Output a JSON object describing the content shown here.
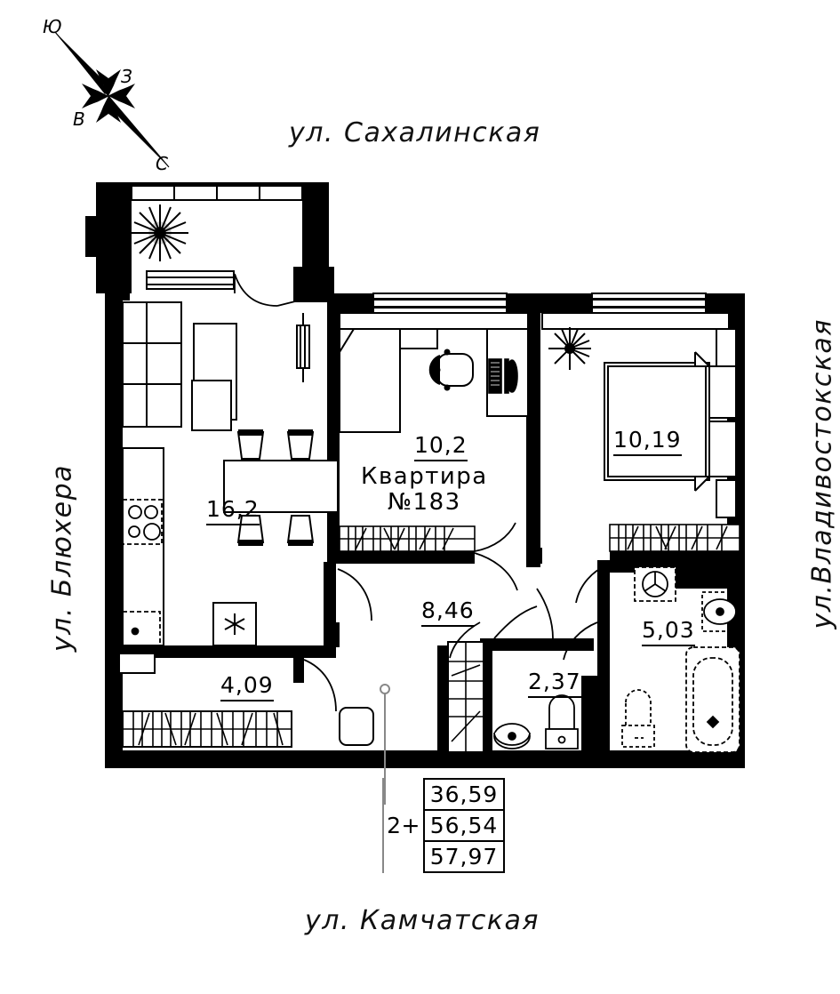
{
  "plan": {
    "apartment_label_line1": "Квартира",
    "apartment_label_line2": "№183"
  },
  "streets": {
    "top": "ул. Сахалинская",
    "bottom": "ул. Камчатская",
    "left": "ул. Блюхера",
    "right": "ул.Владивостокская"
  },
  "compass": {
    "north": "С",
    "south": "Ю",
    "east": "В",
    "west": "З"
  },
  "rooms": [
    {
      "name": "kitchen-living",
      "area": "16,2"
    },
    {
      "name": "room-10-2",
      "area": "10,2"
    },
    {
      "name": "bedroom-10-19",
      "area": "10,19"
    },
    {
      "name": "hall",
      "area": "8,46"
    },
    {
      "name": "bathroom",
      "area": "5,03"
    },
    {
      "name": "wc",
      "area": "2,37"
    },
    {
      "name": "storage",
      "area": "4,09"
    }
  ],
  "area_table": {
    "rooms_count": "2+",
    "living_area": "36,59",
    "total_area": "56,54",
    "total_with_balcony": "57,97"
  },
  "colors": {
    "wall": "#000000",
    "background": "#ffffff",
    "line": "#1a1a1a",
    "furniture": "#000000"
  }
}
